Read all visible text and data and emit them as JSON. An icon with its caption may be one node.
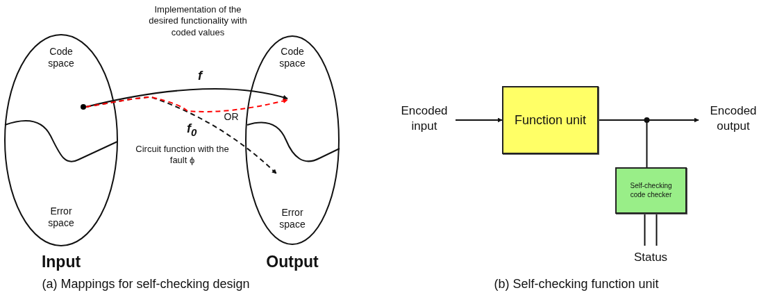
{
  "diagram": {
    "nodes": [
      {
        "text": [
          "Code space",
          "Error space",
          "Input"
        ]
      },
      {
        "text": [
          "Code space",
          "Error space",
          "Output"
        ]
      },
      {
        "text": [],
        "shape": "circle",
        "in": 0
      },
      {
        "text": [
          "Encoded input"
        ]
      },
      {
        "text": [
          "Function unit"
        ]
      },
      {
        "text": [
          "Encoded output"
        ]
      },
      {
        "text": [
          "Self-checking code checker"
        ]
      },
      {
        "text": [
          "Status"
        ]
      }
    ],
    "edges": [
      {
        "from": 2,
        "to": 1,
        "arrow": "to",
        "label": "f"
      },
      {
        "from": 2,
        "to": 1,
        "arrow": "to",
        "label": "f$_{0}$",
        "style": "dashed"
      },
      {
        "from": 2,
        "to": 1,
        "arrow": "to",
        "style": "dashed",
        "color": "#ff0000"
      },
      {
        "from": 3,
        "to": 4,
        "arrow": "to"
      },
      {
        "from": 4,
        "to": 5,
        "arrow": "to"
      },
      {
        "from": 4,
        "to": 6,
        "arrow": "none"
      },
      {
        "from": 6,
        "to": 7,
        "arrow": "none"
      },
      {
        "from": 6,
        "to": 7,
        "arrow": "none"
      }
    ],
    "labels": [
      "Implementation of the desired functionality with coded values",
      "OR",
      "Circuit function with the fault ϕ",
      "(a) Mappings for self-checking design",
      "(b) Self-checking function unit"
    ]
  }
}
